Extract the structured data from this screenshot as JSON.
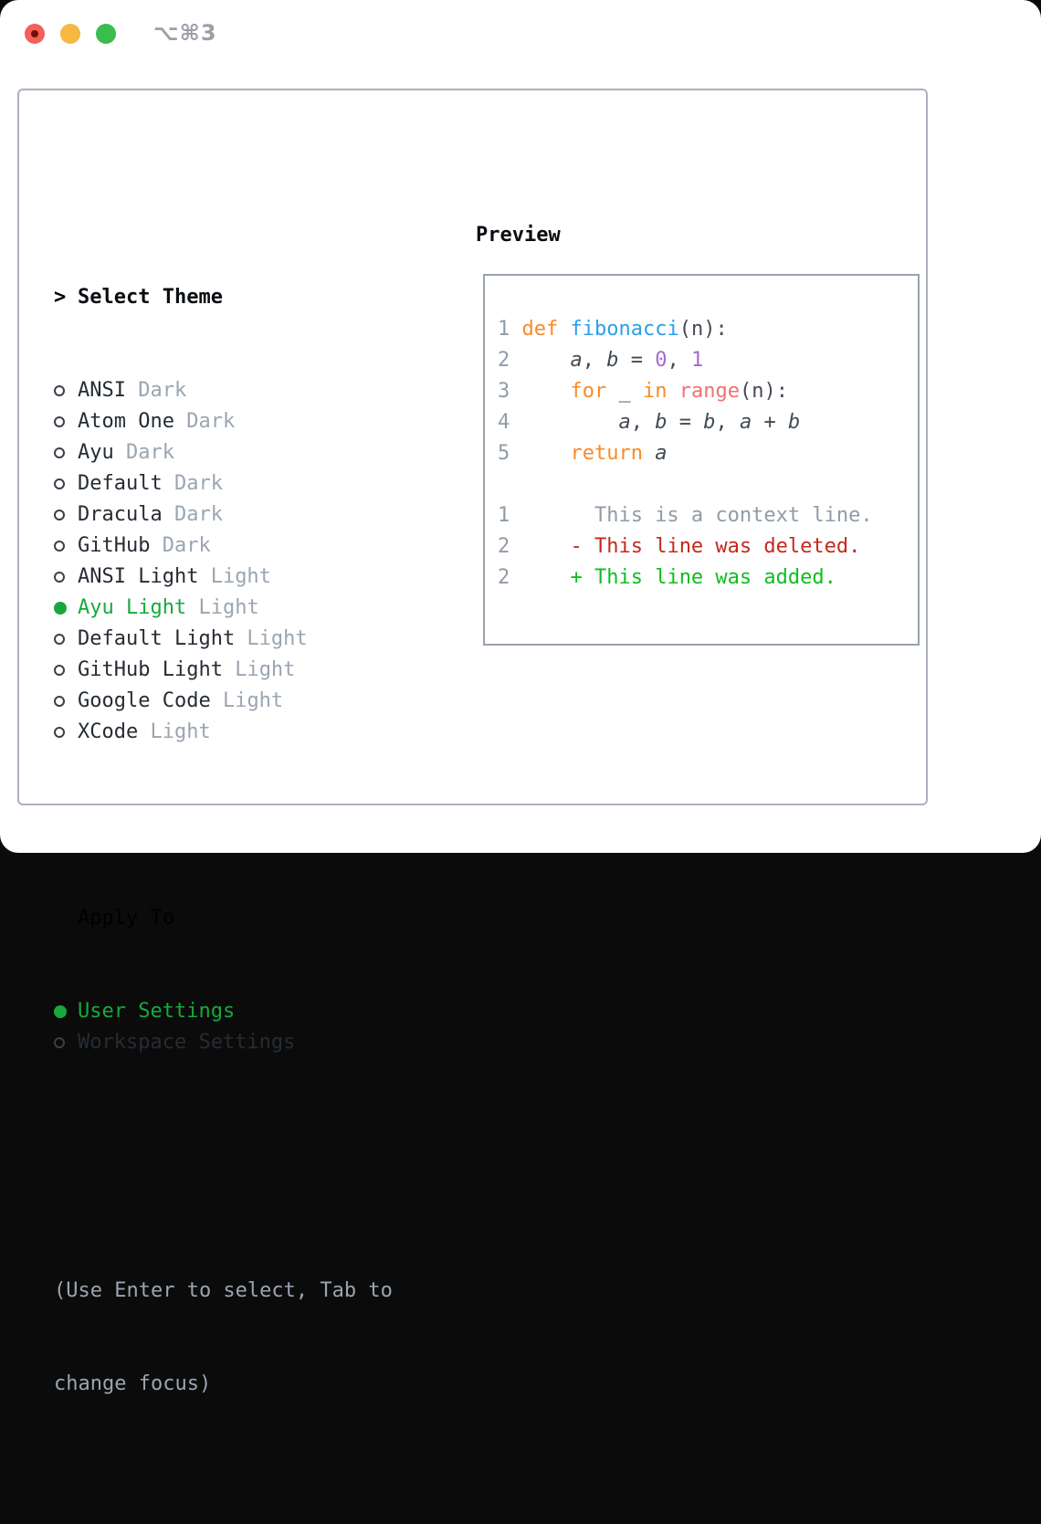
{
  "colors": {
    "light_red": "#f4605a",
    "light_red_dot": "#6e110c",
    "light_yellow": "#f5b841",
    "light_green": "#39bd4c",
    "hotkey_gray": "#9aa0a8",
    "panel_border": "#a9b2bd",
    "preview_border": "#99a2ad",
    "name_dark": "#262c34",
    "muted_gray": "#9aa5b2",
    "select_green": "#17a93c",
    "radio_stroke": "#394049",
    "line_number": "#8f9ba8",
    "code_plain": "#434a52",
    "code_keyword": "#f98b28",
    "code_function": "#2b9fe8",
    "code_call": "#f07171",
    "code_number": "#a46ad4",
    "diff_context": "#8f9ba8",
    "diff_deleted": "#c5281c",
    "diff_added": "#0dbe20"
  },
  "titlebar": {
    "hotkey": "⌥⌘3",
    "traffic_lights": [
      "close-icon",
      "minimize-icon",
      "zoom-icon"
    ]
  },
  "theme_panel": {
    "header": {
      "cursor": ">",
      "label": "Select Theme"
    },
    "items": [
      {
        "name": "ANSI",
        "variant": "Dark",
        "selected": false
      },
      {
        "name": "Atom One",
        "variant": "Dark",
        "selected": false
      },
      {
        "name": "Ayu",
        "variant": "Dark",
        "selected": false
      },
      {
        "name": "Default",
        "variant": "Dark",
        "selected": false
      },
      {
        "name": "Dracula",
        "variant": "Dark",
        "selected": false
      },
      {
        "name": "GitHub",
        "variant": "Dark",
        "selected": false
      },
      {
        "name": "ANSI Light",
        "variant": "Light",
        "selected": false
      },
      {
        "name": "Ayu Light",
        "variant": "Light",
        "selected": true
      },
      {
        "name": "Default Light",
        "variant": "Light",
        "selected": false
      },
      {
        "name": "GitHub Light",
        "variant": "Light",
        "selected": false
      },
      {
        "name": "Google Code",
        "variant": "Light",
        "selected": false
      },
      {
        "name": "XCode",
        "variant": "Light",
        "selected": false
      }
    ]
  },
  "apply_to": {
    "label": "Apply To",
    "options": [
      {
        "label": "User Settings",
        "selected": true
      },
      {
        "label": "Workspace Settings",
        "selected": false
      }
    ]
  },
  "help_text": {
    "line1": "(Use Enter to select, Tab to",
    "line2": "change focus)"
  },
  "preview": {
    "label": "Preview",
    "lines": [
      [
        {
          "t": "1 ",
          "c": "ln"
        },
        {
          "t": "def",
          "c": "kw"
        },
        {
          "t": " ",
          "c": "plain"
        },
        {
          "t": "fibonacci",
          "c": "fn"
        },
        {
          "t": "(n):",
          "c": "plain"
        }
      ],
      [
        {
          "t": "2 ",
          "c": "ln"
        },
        {
          "t": "    ",
          "c": "plain"
        },
        {
          "t": "a",
          "c": "var"
        },
        {
          "t": ", ",
          "c": "plain"
        },
        {
          "t": "b",
          "c": "var"
        },
        {
          "t": " = ",
          "c": "plain"
        },
        {
          "t": "0",
          "c": "numlit"
        },
        {
          "t": ", ",
          "c": "plain"
        },
        {
          "t": "1",
          "c": "numlit"
        }
      ],
      [
        {
          "t": "3 ",
          "c": "ln"
        },
        {
          "t": "    ",
          "c": "plain"
        },
        {
          "t": "for",
          "c": "kw"
        },
        {
          "t": " _ ",
          "c": "plain"
        },
        {
          "t": "in",
          "c": "kw"
        },
        {
          "t": " ",
          "c": "plain"
        },
        {
          "t": "range",
          "c": "call"
        },
        {
          "t": "(n):",
          "c": "plain"
        }
      ],
      [
        {
          "t": "4 ",
          "c": "ln"
        },
        {
          "t": "        ",
          "c": "plain"
        },
        {
          "t": "a",
          "c": "var"
        },
        {
          "t": ", ",
          "c": "plain"
        },
        {
          "t": "b",
          "c": "var"
        },
        {
          "t": " = ",
          "c": "plain"
        },
        {
          "t": "b",
          "c": "var"
        },
        {
          "t": ", ",
          "c": "plain"
        },
        {
          "t": "a",
          "c": "var"
        },
        {
          "t": " + ",
          "c": "plain"
        },
        {
          "t": "b",
          "c": "var"
        }
      ],
      [
        {
          "t": "5 ",
          "c": "ln"
        },
        {
          "t": "    ",
          "c": "plain"
        },
        {
          "t": "return",
          "c": "kw"
        },
        {
          "t": " ",
          "c": "plain"
        },
        {
          "t": "a",
          "c": "var"
        }
      ],
      [],
      [
        {
          "t": "1",
          "c": "ln"
        },
        {
          "t": "       This is a context line.",
          "c": "ctx"
        }
      ],
      [
        {
          "t": "2",
          "c": "ln"
        },
        {
          "t": "     ",
          "c": "plain"
        },
        {
          "t": "- This line was deleted.",
          "c": "del"
        }
      ],
      [
        {
          "t": "2",
          "c": "ln"
        },
        {
          "t": "     ",
          "c": "plain"
        },
        {
          "t": "+ This line was added.",
          "c": "add"
        }
      ]
    ]
  }
}
